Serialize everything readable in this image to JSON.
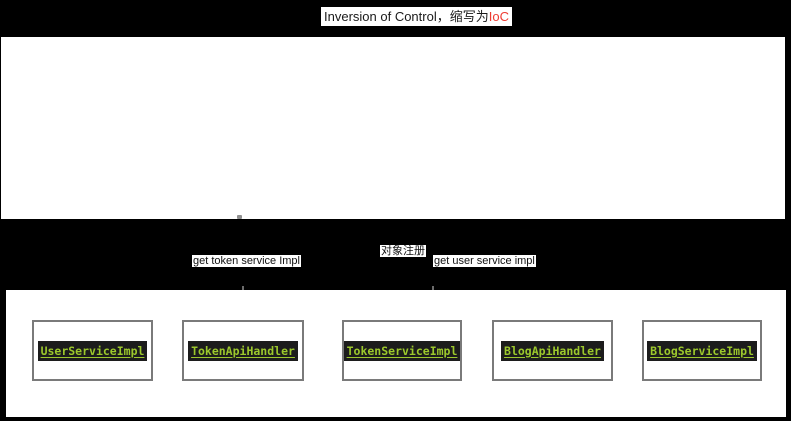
{
  "title": {
    "text": "Inversion of Control，缩写为",
    "highlight": "IoC"
  },
  "flow_labels": {
    "get_token": "get token service Impl",
    "object_registry": "对象注册",
    "get_user": "get user service impl"
  },
  "impl_boxes": [
    {
      "label": "UserServiceImpl"
    },
    {
      "label": "TokenApiHandler"
    },
    {
      "label": "TokenServiceImpl"
    },
    {
      "label": "BlogApiHandler"
    },
    {
      "label": "BlogServiceImpl"
    }
  ],
  "colors": {
    "background": "#000000",
    "title_highlight": "#ee3b32",
    "code_text": "#9cc82c",
    "code_background": "#1c1c1c",
    "box_border": "#7a7a7a",
    "connector": "#6b6b6b"
  }
}
